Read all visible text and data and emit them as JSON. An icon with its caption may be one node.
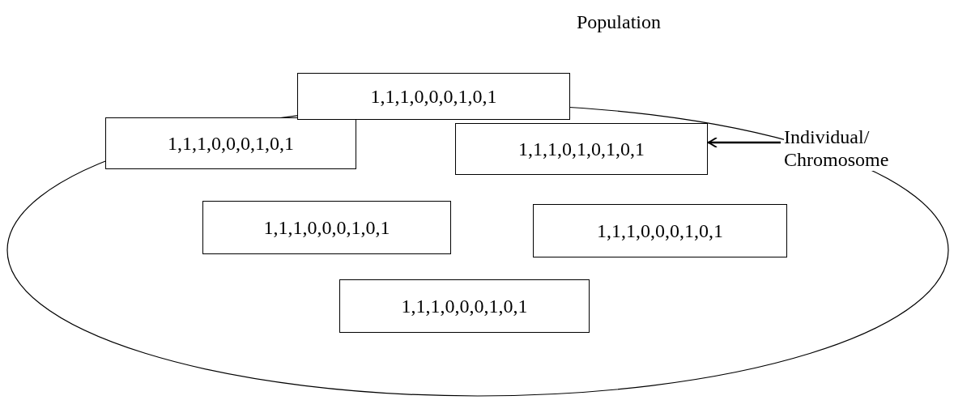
{
  "diagram": {
    "nodes": [
      {
        "text": [],
        "shape": "ellipse"
      },
      {
        "text": [
          "1,1,1,0,0,0,1,0,1"
        ]
      },
      {
        "text": [
          "1,1,1,0,0,0,1,0,1"
        ],
        "in": 0
      },
      {
        "text": [
          "1,1,1,0,1,0,1,0,1"
        ],
        "in": 0
      },
      {
        "text": [
          "Individual/ Chromosome"
        ],
        "in": 0
      },
      {
        "text": [
          "1,1,1,0,0,0,1,0,1"
        ],
        "in": 0
      },
      {
        "text": [
          "1,1,1,0,0,0,1,0,1"
        ],
        "in": 0
      },
      {
        "text": [
          "1,1,1,0,0,0,1,0,1"
        ],
        "in": 0
      }
    ],
    "edges": [
      {
        "from": 4,
        "to": 3,
        "arrow": "to"
      }
    ],
    "labels": [
      "Population"
    ]
  }
}
